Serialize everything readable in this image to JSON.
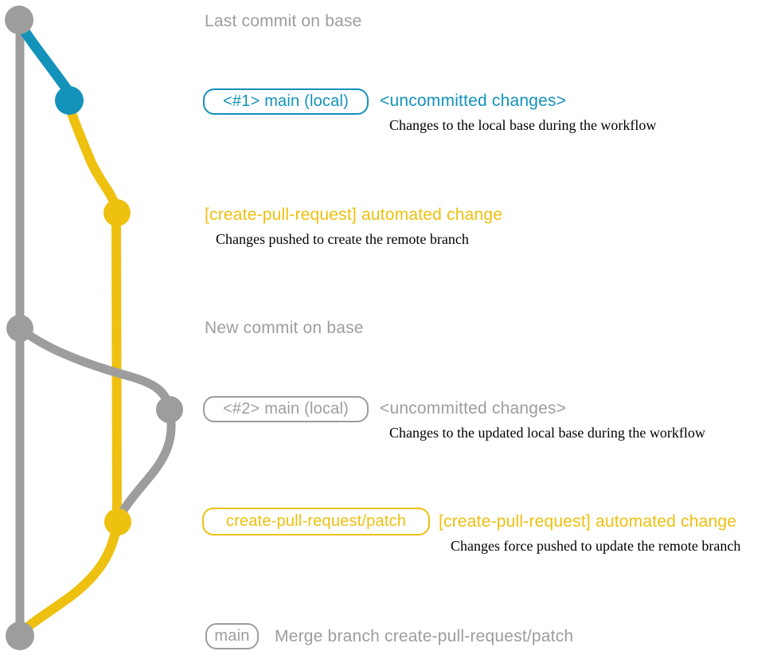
{
  "colors": {
    "base_gray": "#9d9d9d",
    "local_teal": "#1392ba",
    "patch_yellow": "#eec00f",
    "caption_black": "#000000"
  },
  "graph": {
    "last_commit_label": "Last commit on base",
    "new_commit_label": "New commit on base"
  },
  "rows": {
    "local1": {
      "badge": "<#1> main (local)",
      "title": "<uncommitted changes>",
      "caption": "Changes to the local base during the workflow"
    },
    "push1": {
      "title": "[create-pull-request] automated change",
      "caption": "Changes pushed to create the remote branch"
    },
    "local2": {
      "badge": "<#2> main (local)",
      "title": "<uncommitted changes>",
      "caption": "Changes to the updated local base during the workflow"
    },
    "push2": {
      "badge": "create-pull-request/patch",
      "title": "[create-pull-request] automated change",
      "caption": "Changes force pushed to update the remote branch"
    },
    "merge": {
      "badge": "main",
      "title": "Merge branch create-pull-request/patch"
    }
  }
}
